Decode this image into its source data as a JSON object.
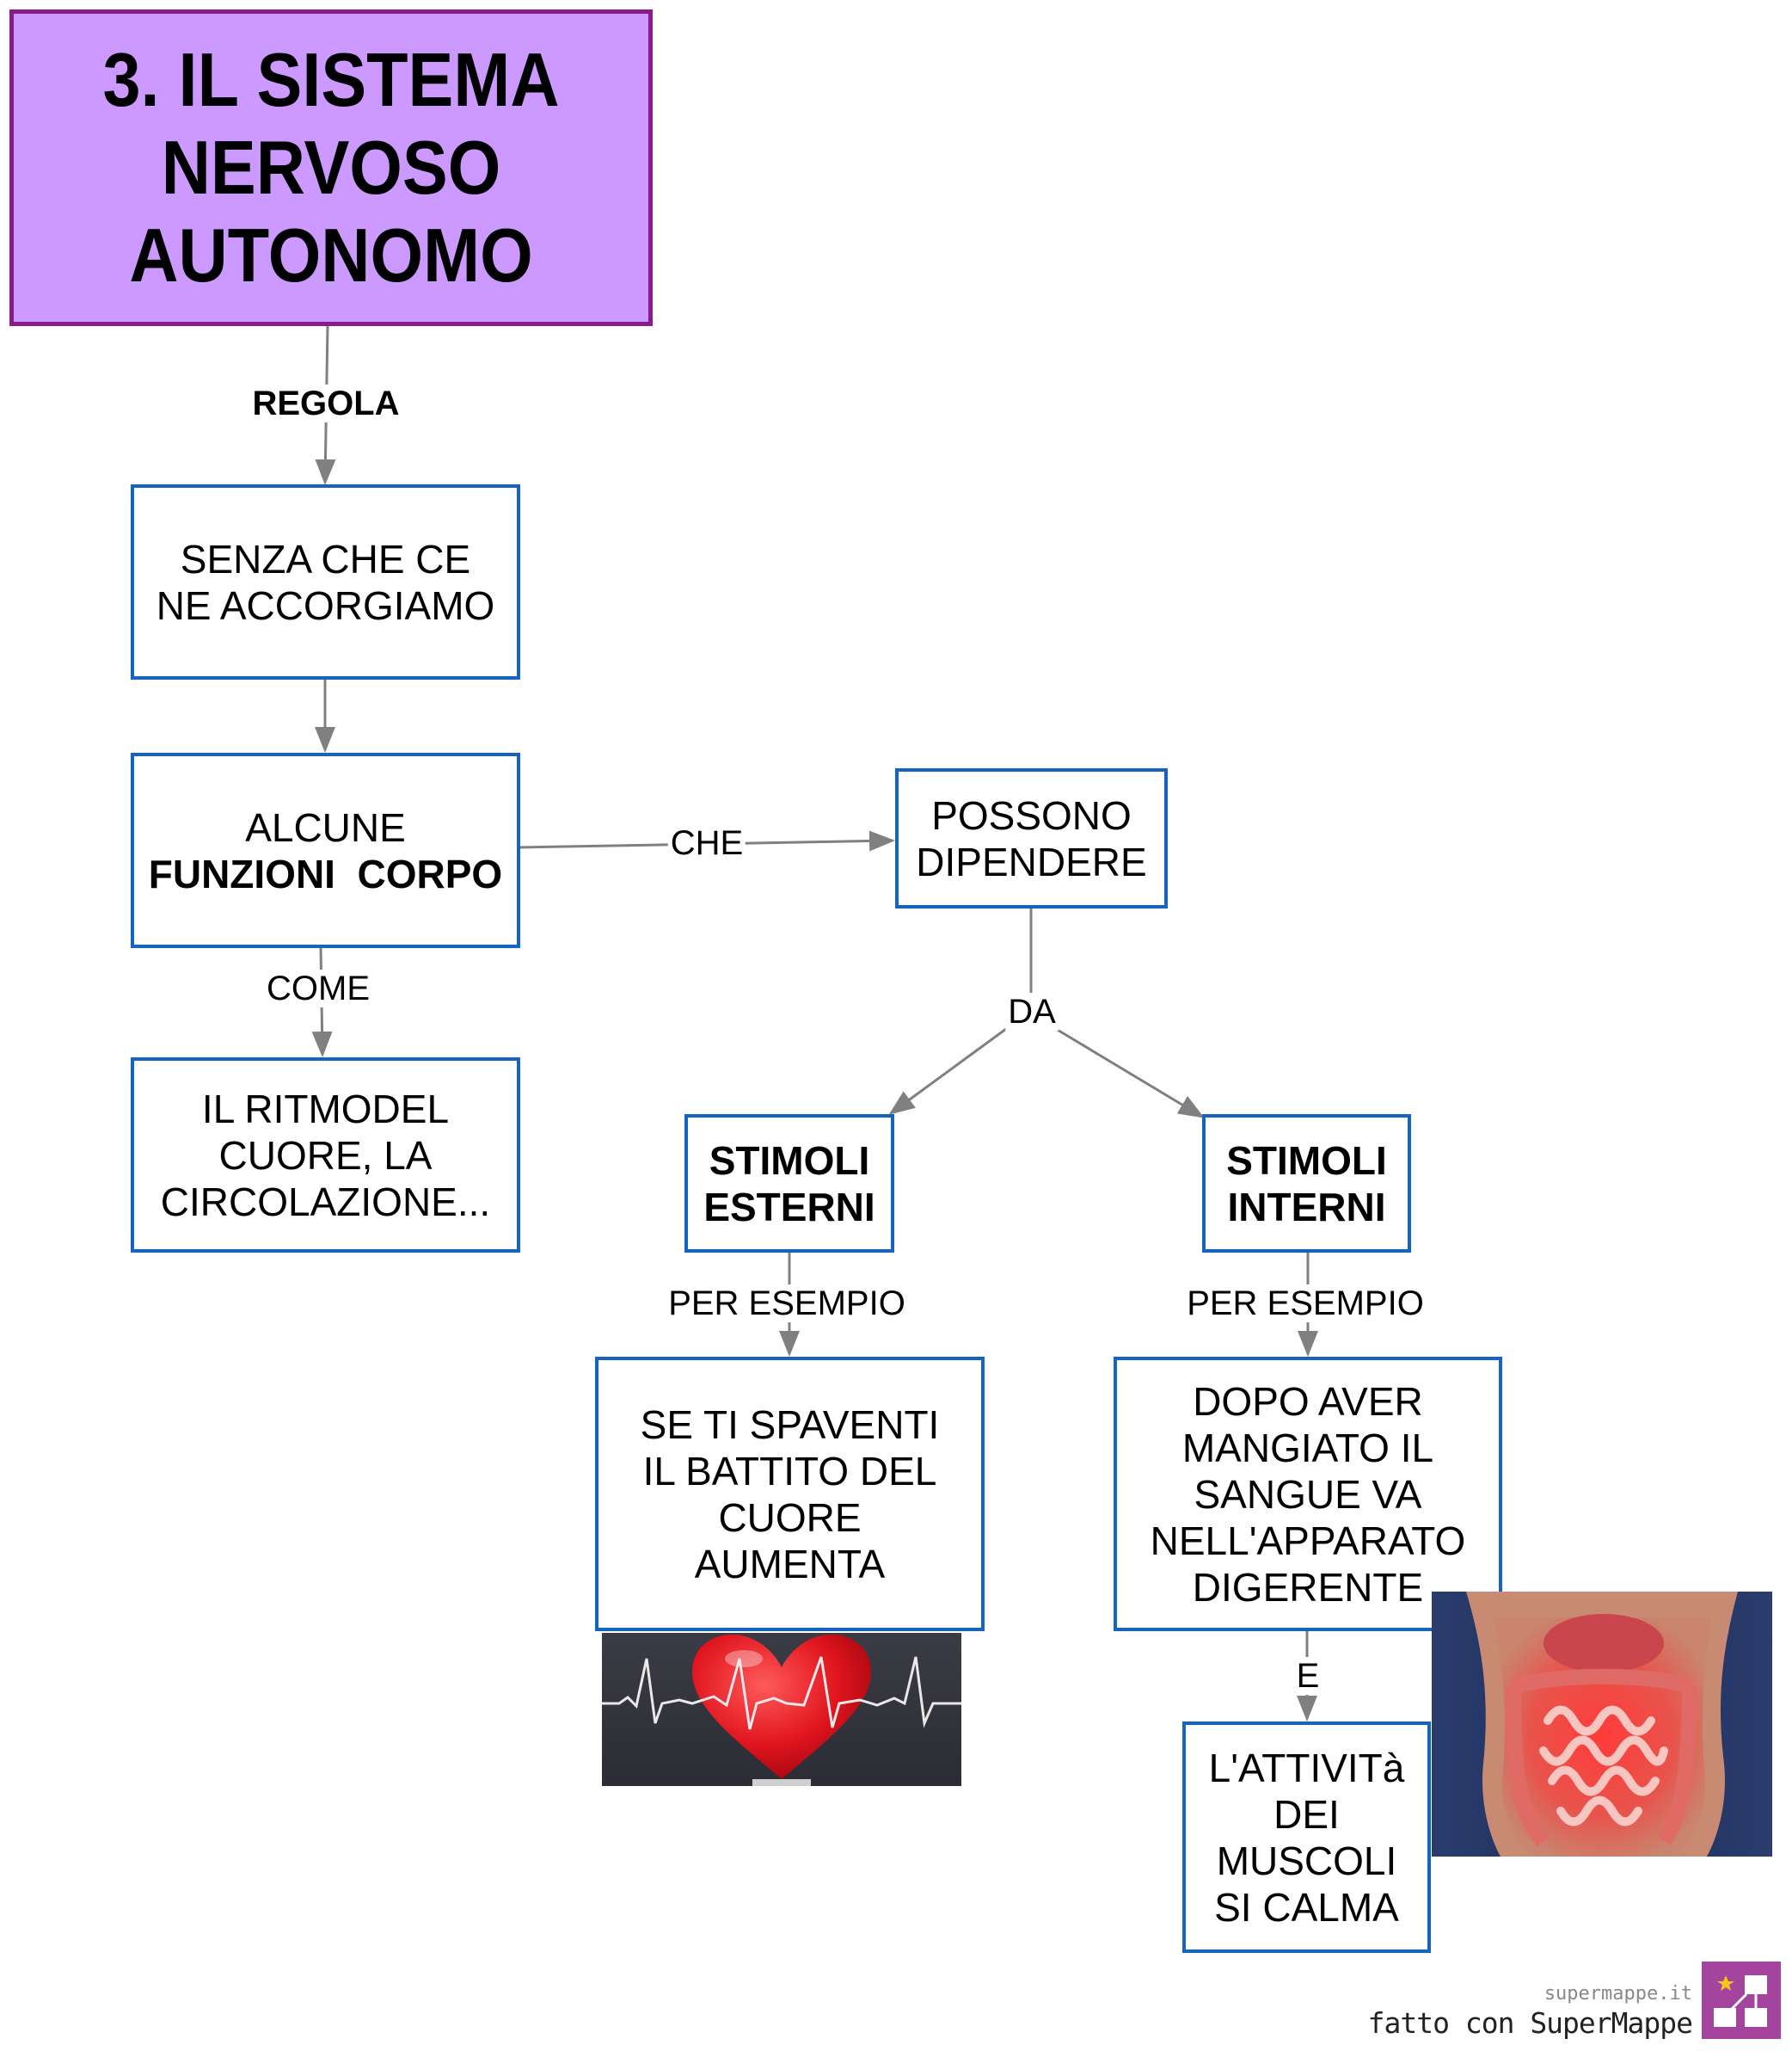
{
  "title": "3. IL  SISTEMA\nNERVOSO\nAUTONOMO",
  "nodes": {
    "senza": "SENZA CHE CE\nNE ACCORGIAMO",
    "alcune_line1": "ALCUNE",
    "alcune_line2": "FUNZIONI  CORPO",
    "ritmo": "IL RITMODEL\nCUORE, LA\nCIRCOLAZIONE...",
    "possono": "POSSONO\nDIPENDERE",
    "esterni": "STIMOLI\nESTERNI",
    "interni": "STIMOLI\nINTERNI",
    "spaventi": "SE TI SPAVENTI\nIL BATTITO DEL\nCUORE\nAUMENTA",
    "dopo": "DOPO AVER\nMANGIATO IL\nSANGUE VA\nNELL'APPARATO\nDIGERENTE",
    "attivita": "L'ATTIVITà\nDEI\nMUSCOLI\nSI CALMA"
  },
  "links": {
    "regola": "REGOLA",
    "come": "COME",
    "che": "CHE",
    "da": "DA",
    "per_esempio_1": "PER ESEMPIO",
    "per_esempio_2": "PER ESEMPIO",
    "e": "E"
  },
  "images": {
    "heart": "heart-ecg-image",
    "intestine": "digestive-system-image"
  },
  "brand": {
    "site": "supermappe.it",
    "made_with": "fatto con SuperMappe"
  },
  "colors": {
    "title_fill": "#CC99FF",
    "title_border": "#8B1A8B",
    "node_border": "#1565C0",
    "connector": "#808080",
    "logo": "#A4449E"
  }
}
